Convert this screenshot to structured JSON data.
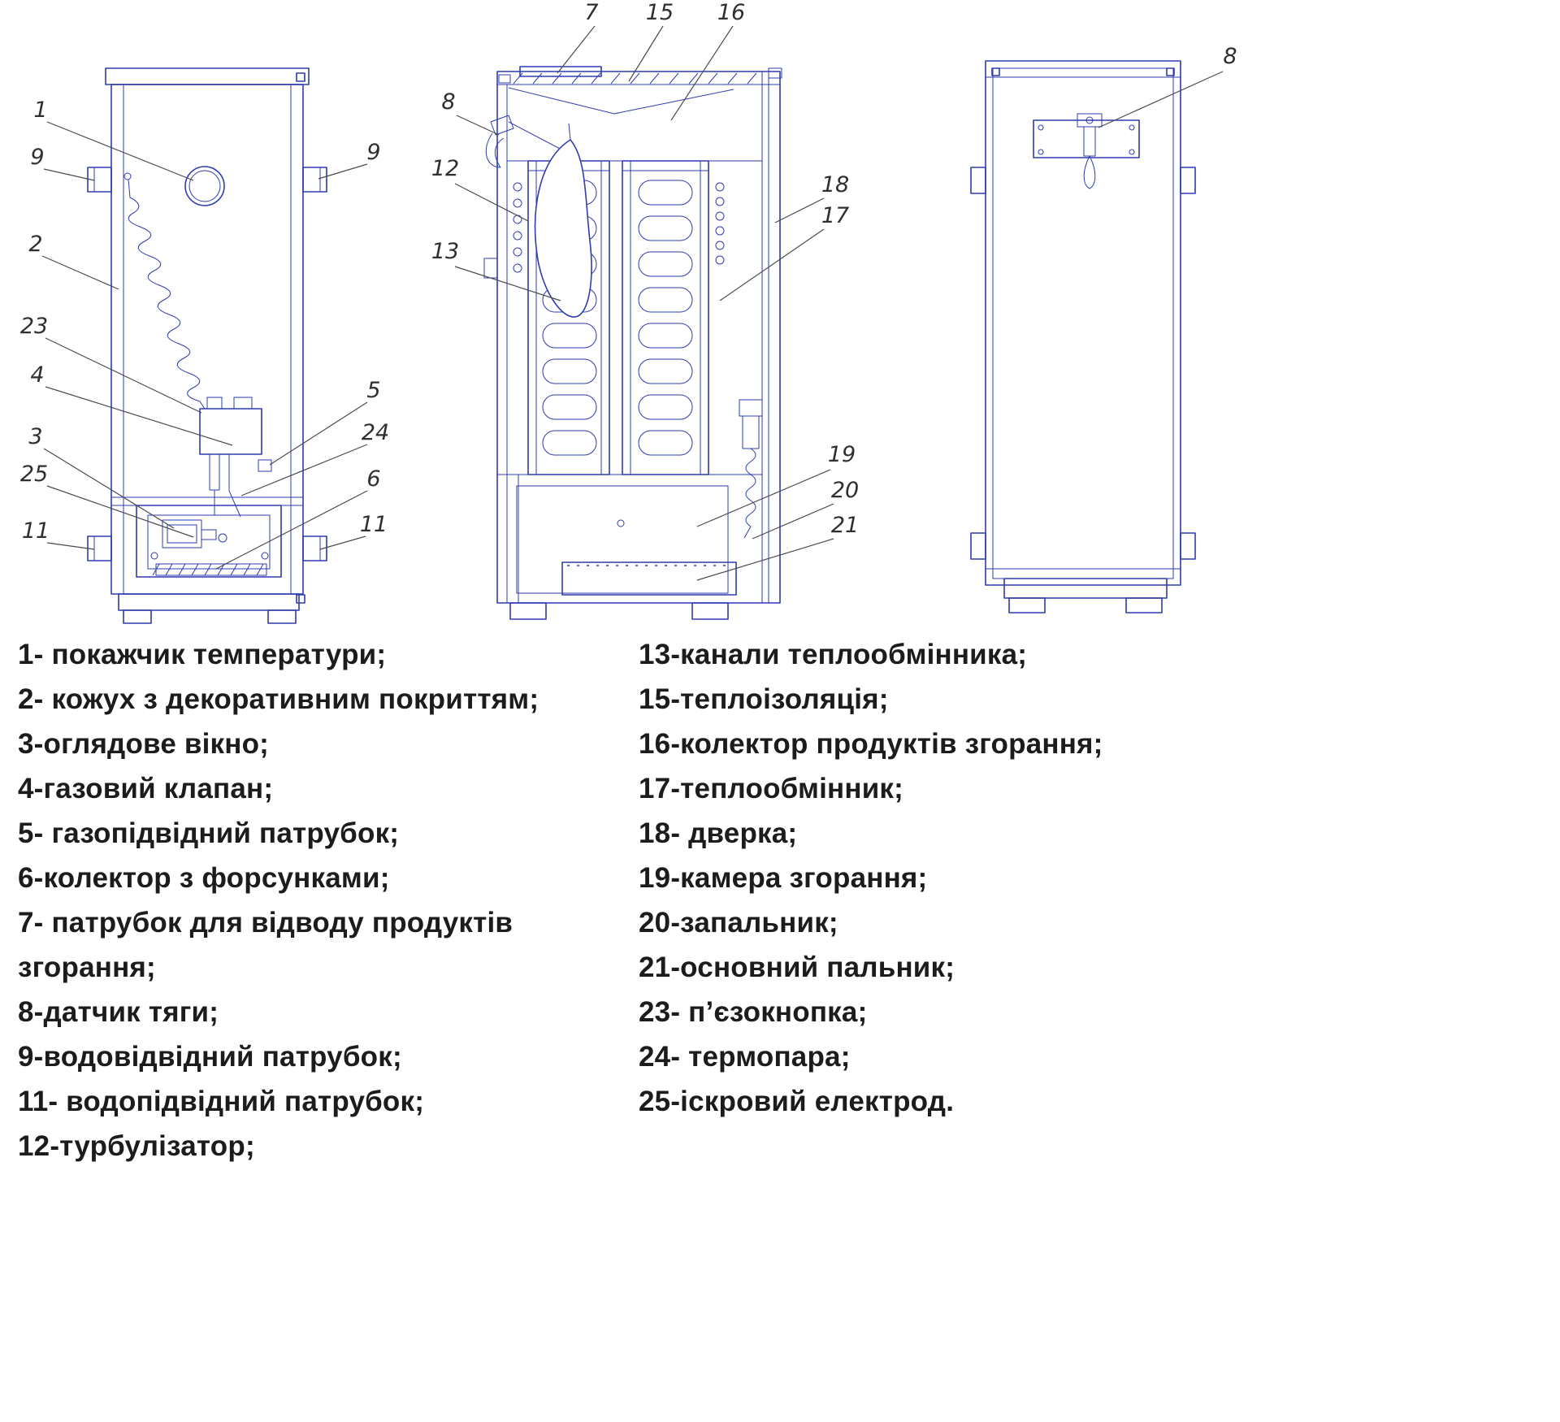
{
  "figure": {
    "kind": "technical line drawing, three orthographic views of a gas boiler with numbered callouts"
  },
  "colors": {
    "line_blue": "#2e3cb0",
    "callout_gray": "#2f2f2f",
    "legend_text": "#1c1c1c",
    "background": "#ffffff"
  },
  "callouts": {
    "front": {
      "n1": "1",
      "n2": "2",
      "n3": "3",
      "n4": "4",
      "n5": "5",
      "n6": "6",
      "n9_left": "9",
      "n9_right": "9",
      "n11_left": "11",
      "n11_right": "11",
      "n23": "23",
      "n24": "24",
      "n25": "25"
    },
    "section": {
      "n7": "7",
      "n8": "8",
      "n12": "12",
      "n13": "13",
      "n15": "15",
      "n16": "16",
      "n17": "17",
      "n18": "18",
      "n19": "19",
      "n20": "20",
      "n21": "21"
    },
    "rear": {
      "n8": "8"
    }
  },
  "legend": {
    "left": [
      "1- покажчик температури;",
      "2- кожух з декоративним покриттям;",
      "3-оглядове вікно;",
      "4-газовий клапан;",
      "5- газопідвідний патрубок;",
      "6-колектор з форсунками;",
      "7- патрубок для відводу продуктів згорання;",
      "8-датчик тяги;",
      "9-водовідвідний патрубок;",
      "11- водопідвідний патрубок;",
      "12-турбулізатор;"
    ],
    "right": [
      "13-канали теплообмінника;",
      "15-теплоізоляція;",
      "16-колектор продуктів згорання;",
      "17-теплообмінник;",
      "18- дверка;",
      "19-камера згорання;",
      "20-запальник;",
      "21-основний пальник;",
      "23- п’єзокнопка;",
      "24- термопара;",
      "25-іскровий електрод."
    ]
  }
}
